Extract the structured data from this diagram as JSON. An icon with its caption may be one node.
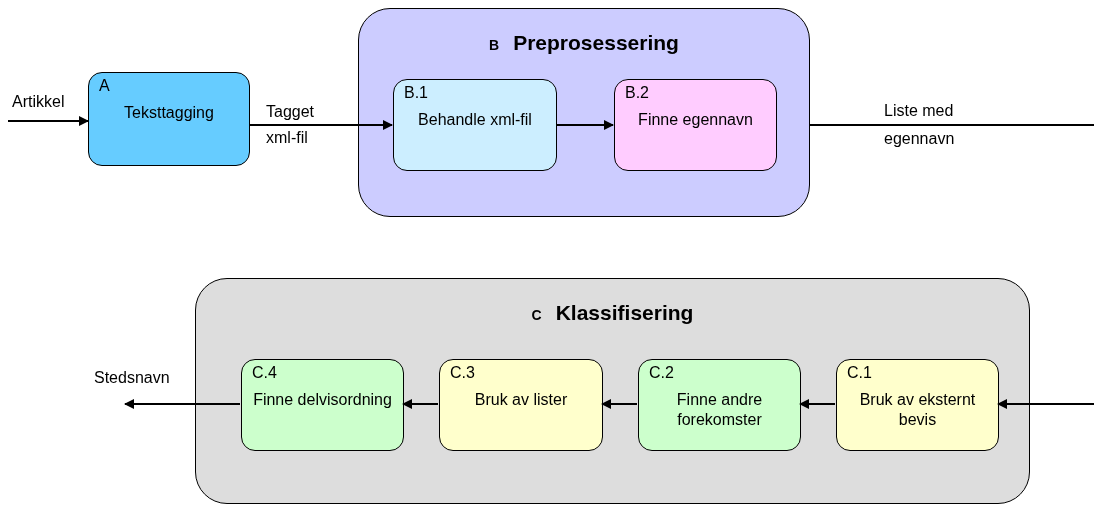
{
  "diagram": {
    "nodes": [
      {
        "text": [
          "A",
          "Teksttagging"
        ]
      },
      {
        "text": [
          "B",
          "Preprosessering"
        ]
      },
      {
        "text": [
          "B.1",
          "Behandle xml-fil"
        ],
        "in": 1
      },
      {
        "text": [
          "B.2",
          "Finne egennavn"
        ],
        "in": 1
      },
      {
        "text": [
          "C",
          "Klassifisering"
        ]
      },
      {
        "text": [
          "C.4",
          "Finne delvisordning"
        ],
        "in": 4
      },
      {
        "text": [
          "C.3",
          "Bruk av lister"
        ],
        "in": 4
      },
      {
        "text": [
          "C.2",
          "Finne andre forekomster"
        ],
        "in": 4
      },
      {
        "text": [
          "C.1",
          "Bruk av eksternt bevis"
        ],
        "in": 4
      }
    ],
    "edges": [
      {
        "from": null,
        "to": 0,
        "arrow": "to",
        "label": "Artikkel"
      },
      {
        "from": 0,
        "to": 2,
        "arrow": "to",
        "label": "Tagget xml-fil"
      },
      {
        "from": 2,
        "to": 3,
        "arrow": "to"
      },
      {
        "from": 1,
        "to": null,
        "arrow": "none",
        "label": "Liste med egennavn"
      },
      {
        "from": null,
        "to": 8,
        "arrow": "to"
      },
      {
        "from": 8,
        "to": 7,
        "arrow": "to"
      },
      {
        "from": 7,
        "to": 6,
        "arrow": "to"
      },
      {
        "from": 6,
        "to": 5,
        "arrow": "to"
      },
      {
        "from": 5,
        "to": null,
        "arrow": "to",
        "label": "Stedsnavn"
      }
    ]
  }
}
